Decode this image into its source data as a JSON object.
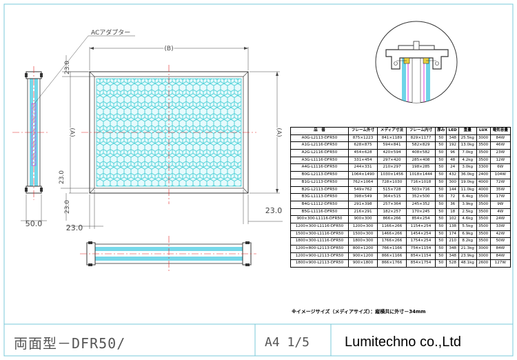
{
  "drawing": {
    "label_ac_adapter": "ACアダプター",
    "dim_b": "(B)",
    "dim_a": "(A)",
    "dim_23_top": "23.0",
    "dim_23_mid": "23.0",
    "dim_23_left_bottom": "23.0",
    "dim_23_bottom": "23.0",
    "dim_23_right_bottom": "23.0",
    "dim_50": "50.0"
  },
  "table": {
    "headers": [
      "品　番",
      "フレーム外寸",
      "メディア寸法",
      "フレーム内寸",
      "厚み",
      "LED",
      "重量",
      "LUX",
      "電気容量"
    ],
    "rows": [
      [
        "A0G-L2113-DFR50",
        "875×1223",
        "841×1189",
        "829×1177",
        "50",
        "348",
        "25.5kg",
        "3000",
        "84W"
      ],
      [
        "A1G-L2116-DFR50",
        "628×875",
        "594×841",
        "582×829",
        "50",
        "192",
        "13.0kg",
        "3500",
        "46W"
      ],
      [
        "A2G-L2116-DFR50",
        "454×628",
        "420×594",
        "408×582",
        "50",
        "96",
        "7.0kg",
        "3500",
        "23W"
      ],
      [
        "A3G-L1116-DFR50",
        "331×454",
        "297×420",
        "285×408",
        "50",
        "48",
        "4.2kg",
        "3500",
        "12W"
      ],
      [
        "A4G-L1116-DFR50",
        "244×331",
        "210×297",
        "198×285",
        "50",
        "24",
        "3.0kg",
        "3300",
        "6W"
      ],
      [
        "B0G-L2113-DFR50",
        "1064×1490",
        "1030×1456",
        "1018×1444",
        "50",
        "432",
        "36.0kg",
        "2400",
        "104W"
      ],
      [
        "B1G-L2113-DFR50",
        "762×1064",
        "728×1030",
        "716×1018",
        "50",
        "300",
        "19.0kg",
        "4000",
        "72W"
      ],
      [
        "B2G-L2113-DFR50",
        "549×762",
        "515×728",
        "503×716",
        "50",
        "144",
        "11.0kg",
        "4000",
        "35W"
      ],
      [
        "B3G-L1113-DFR50",
        "398×549",
        "364×515",
        "352×500",
        "50",
        "72",
        "6.4kg",
        "3500",
        "17W"
      ],
      [
        "B4G-L1112-DFR50",
        "291×398",
        "257×364",
        "245×352",
        "50",
        "36",
        "3.9kg",
        "3500",
        "9W"
      ],
      [
        "B5G-L1116-DFR50",
        "216×291",
        "182×257",
        "170×245",
        "50",
        "18",
        "2.5kg",
        "3500",
        "4W"
      ],
      [
        "900×300-L1116-DFR50",
        "900×300",
        "866×266",
        "854×254",
        "50",
        "102",
        "4.6kg",
        "3500",
        "24W"
      ],
      [
        "1200×300-L1116-DFR50",
        "1200×300",
        "1166×266",
        "1154×254",
        "50",
        "138",
        "5.5kg",
        "3500",
        "33W"
      ],
      [
        "1500×300-L1116-DFR50",
        "1500×300",
        "1466×266",
        "1454×254",
        "50",
        "174",
        "6.9kg",
        "3500",
        "42W"
      ],
      [
        "1800×300-L1116-DFR50",
        "1800×300",
        "1766×266",
        "1754×254",
        "50",
        "210",
        "8.2kg",
        "3500",
        "50W"
      ],
      [
        "1200×800-L2113-DFR50",
        "800×1200",
        "766×1166",
        "754×1154",
        "50",
        "348",
        "21.3kg",
        "3000",
        "84W"
      ],
      [
        "1200×900-L2113-DFR50",
        "900×1200",
        "866×1166",
        "854×1154",
        "50",
        "348",
        "23.9kg",
        "3000",
        "84W"
      ],
      [
        "1800×900-L2113-DFR50",
        "900×1800",
        "866×1766",
        "854×1754",
        "50",
        "528",
        "48.1kg",
        "2600",
        "127W"
      ]
    ]
  },
  "note": "※イメージサイズ（メディアサイズ）：縦横共に外寸－34mm",
  "title_block": {
    "drawing_title": "両面型－DFR50/",
    "sheet_number": "A4 1/5",
    "company": "Lumitechno co.,Ltd"
  },
  "colors": {
    "frame_line": "#333333",
    "panel_fill": "#e6fafc",
    "hex_grid": "#48cfd6",
    "center_line": "#e02020",
    "dim_line": "#444444",
    "magenta": "#d43ad9",
    "cyan": "#3cc7e0",
    "title_border": "#7ac9d9"
  }
}
